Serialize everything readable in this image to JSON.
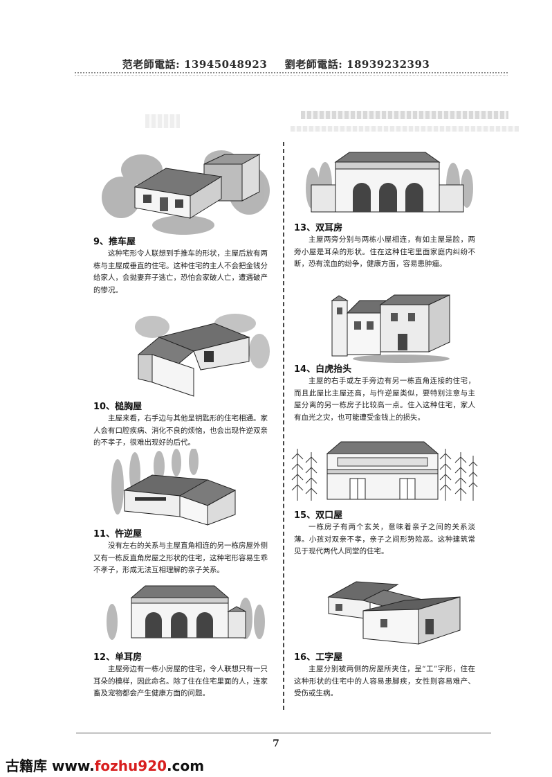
{
  "header": {
    "teacher1_label": "范老師電話:",
    "teacher1_phone": "13945048923",
    "teacher2_label": "劉老師電話:",
    "teacher2_phone": "18939232393"
  },
  "items": [
    {
      "caption": "9、推车屋",
      "text": "这种宅形令人联想到手推车的形状，主屋后放有两栋与主屋成垂直的住宅。这种住宅的主人不会把金钱分给家人，会抛妻弃子逃亡，恐怕会家破人亡，遭遇破产的惨况。"
    },
    {
      "caption": "10、槌胸屋",
      "text": "主屋来看，右手边与其他呈钥匙形的住宅相通。家人会有口腔疾病、消化不良的烦恼，也会出现忤逆双亲的不孝子，很难出现好的后代。"
    },
    {
      "caption": "11、忤逆屋",
      "text": "没有左右的关系与主屋直角相连的另一栋房屋外侧又有一栋反直角房屋之形状的住宅，这种宅形容易生乖不孝子，形成无法互相理解的亲子关系。"
    },
    {
      "caption": "12、单耳房",
      "text": "主屋旁边有一栋小房屋的住宅，令人联想只有一只耳朵的模样，因此命名。除了住在住宅里面的人，连家畜及宠物都会产生健康方面的问题。"
    },
    {
      "caption": "13、双耳房",
      "text": "主屋两旁分别与两栋小屋相连，有如主屋是脸，两旁小屋是耳朵的形状。住在这种住宅里面家庭内纠纷不断，恐有流血的纷争，健康方面，容易患肿瘤。"
    },
    {
      "caption": "14、白虎抬头",
      "text": "主屋的右手或左手旁边有另一栋直角连接的住宅，而且此屋比主屋还高，与忤逆屋类似，要特别注意与主屋分离的另一栋房子比较高一点。住入这种住宅，家人有血光之灾，也可能遭受金钱上的损失。"
    },
    {
      "caption": "15、双口屋",
      "text": "一栋房子有两个玄关，意味着亲子之间的关系淡薄。小孩对双亲不孝，亲子之间形势险恶。这种建筑常见于现代两代人同堂的住宅。"
    },
    {
      "caption": "16、工字屋",
      "text": "主屋分别被两侧的房屋所夹住，呈“工”字形，住在这种形状的住宅中的人容易患脚疾，女性则容易难产、受伤或生病。"
    }
  ],
  "footer": {
    "page_number": "7",
    "watermark_prefix": "古籍库 www.",
    "watermark_accent": "fozhu920",
    "watermark_suffix": ".com"
  }
}
